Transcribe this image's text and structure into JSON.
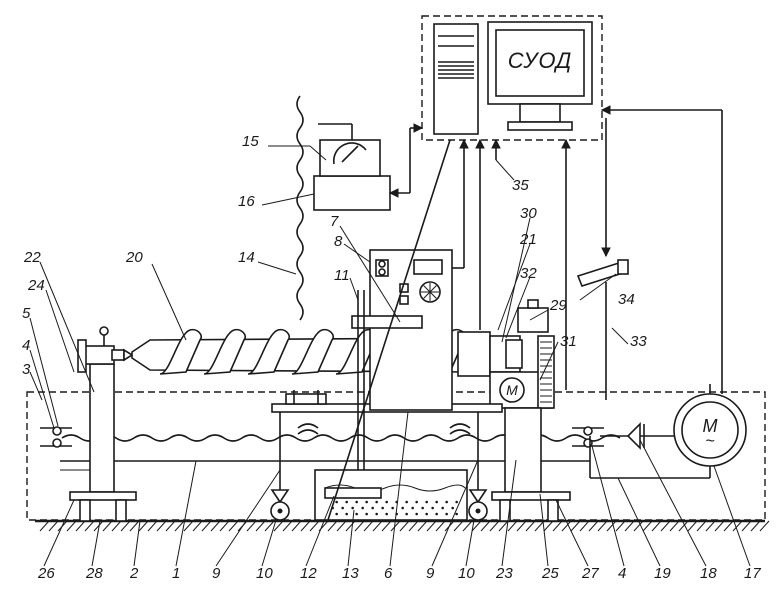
{
  "screen": {
    "text": "СУОД"
  },
  "motor": {
    "symbol": "M",
    "tilde": "~",
    "small_symbol": "M"
  },
  "labels": {
    "l1": "1",
    "l2": "2",
    "l3": "3",
    "l4a": "4",
    "l4b": "4",
    "l5": "5",
    "l6": "6",
    "l7": "7",
    "l8": "8",
    "l9a": "9",
    "l9b": "9",
    "l10a": "10",
    "l10b": "10",
    "l11": "11",
    "l12": "12",
    "l13": "13",
    "l14": "14",
    "l15": "15",
    "l16": "16",
    "l17": "17",
    "l18": "18",
    "l19": "19",
    "l20": "20",
    "l21": "21",
    "l22": "22",
    "l23": "23",
    "l24": "24",
    "l25": "25",
    "l26": "26",
    "l27": "27",
    "l28": "28",
    "l29": "29",
    "l30": "30",
    "l31": "31",
    "l32": "32",
    "l33": "33",
    "l34": "34",
    "l35": "35"
  }
}
